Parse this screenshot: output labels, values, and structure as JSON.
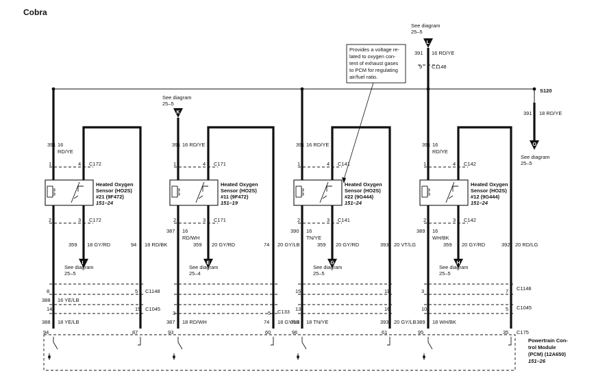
{
  "page": {
    "title": "Cobra"
  },
  "top_ref": {
    "see": "See diagram",
    "page": "25–5",
    "connector_letter": "L",
    "circuit": "391",
    "wire": "16 RD/YE",
    "pin": "9",
    "connector": "C1148"
  },
  "note": {
    "lines": [
      "Provides a voltage re-",
      "lated to oxygen con-",
      "tent of exhaust gases",
      "to PCM for regulating",
      "air/fuel ratio."
    ]
  },
  "splice": {
    "name": "S120",
    "circuit": "391",
    "wire": "18 RD/YE",
    "connector_letter": "O",
    "see": "See diagram",
    "page": "25–5"
  },
  "k_ref": {
    "see": "See diagram",
    "page": "25–5",
    "connector_letter": "K"
  },
  "sensors": [
    {
      "name_line1": "Heated Oxygen",
      "name_line2": "Sensor (HO2S)",
      "name_line3": "#21 (9F472)",
      "ref": "151–24",
      "in_circuit": "391",
      "in_wire": "16",
      "in_wire_color": "RD/YE",
      "pin_a_top": "1",
      "pin_b_top": "4",
      "conn_top": "C172",
      "pin_a_bot": "2",
      "pin_b_bot": "3",
      "conn_bot": "C172",
      "sig_circuit": "359",
      "sig_wire": "18 GY/RD",
      "ret_circuit": "94",
      "ret_wire": "18 RD/BK",
      "down_letter": "I",
      "down_see": "See diagram",
      "down_page": "25–5",
      "c1148_left": "8",
      "c1148_right": "5",
      "mid_circuit": "388",
      "mid_wire": "16 YE/LB",
      "c1045_left": "14",
      "c1045_right": "15",
      "low_circuit": "388",
      "low_wire": "18 YE/LB",
      "pcm_left": "94",
      "pcm_right": "87"
    },
    {
      "name_line1": "Heated Oxygen",
      "name_line2": "Sensor (HO2S)",
      "name_line3": "#11 (9F472)",
      "ref": "151–19",
      "in_circuit": "391",
      "in_wire": "16 RD/YE",
      "in_wire_color": "",
      "pin_a_top": "1",
      "pin_b_top": "4",
      "conn_top": "C171",
      "pin_a_bot": "2",
      "pin_b_bot": "3",
      "conn_bot": "C171",
      "sig_circuit": "359",
      "sig_wire": "20 GY/RD",
      "ret_circuit": "74",
      "ret_wire": "20 GY/LB",
      "side_circuit": "387",
      "side_wire": "16",
      "side_wire_color": "RD/WH",
      "down_letter": "E",
      "down_see": "See diagram",
      "down_page": "25–4",
      "c1148_left": "",
      "c1148_right": "",
      "c133_left": "3",
      "c133_right": "5",
      "c133": "C133",
      "low_circuit": "387",
      "low_wire": "18 RD/WH",
      "low_circuit2": "74",
      "low_wire2": "18 GY/LB",
      "pcm_left": "93",
      "pcm_right": "60"
    },
    {
      "name_line1": "Heated Oxygen",
      "name_line2": "Sensor (HO2S)",
      "name_line3": "#22 (9G444)",
      "ref": "151–24",
      "in_circuit": "391",
      "in_wire": "16 RD/YE",
      "in_wire_color": "",
      "pin_a_top": "1",
      "pin_b_top": "4",
      "conn_top": "C141",
      "pin_a_bot": "2",
      "pin_b_bot": "3",
      "conn_bot": "C141",
      "sig_circuit": "359",
      "sig_wire": "20 GY/RD",
      "ret_circuit": "393",
      "ret_wire": "20 VT/LG",
      "side_circuit": "390",
      "side_wire": "16",
      "side_wire_color": "TN/YE",
      "down_letter": "G",
      "down_see": "See diagram",
      "down_page": "25–5",
      "c1148_left": "15",
      "c1148_right": "11",
      "c1045_left": "13",
      "c1045_right": "16",
      "low_circuit": "390",
      "low_wire": "18 TN/YE",
      "low_circuit2": "393",
      "low_wire2": "20 GY/LB",
      "pcm_left": "96",
      "pcm_right": "61"
    },
    {
      "name_line1": "Heated Oxygen",
      "name_line2": "Sensor (HO2S)",
      "name_line3": "#12 (9G444)",
      "ref": "151–24",
      "in_circuit": "391",
      "in_wire": "16",
      "in_wire_color": "RD/YE",
      "pin_a_top": "1",
      "pin_b_top": "4",
      "conn_top": "C142",
      "pin_a_bot": "2",
      "pin_b_bot": "3",
      "conn_bot": "C142",
      "sig_circuit": "359",
      "sig_wire": "20 GY/RD",
      "ret_circuit": "392",
      "ret_wire": "20 RD/LG",
      "side_circuit": "389",
      "side_wire": "16",
      "side_wire_color": "WH/BK",
      "down_letter": "H",
      "down_see": "See diagram",
      "down_page": "25–5",
      "c1148_left": "3",
      "c1148_right": "7",
      "c1148": "C1148",
      "c1045_left": "10",
      "c1045_right": "5",
      "c1045": "C1045",
      "low_circuit": "389",
      "low_wire": "18 WH/BK",
      "pcm_left": "95",
      "pcm_right": "35",
      "c175": "C175"
    }
  ],
  "connectors_left": {
    "c1148": "C1148",
    "c1045": "C1045"
  },
  "pcm": {
    "line1": "Powertrain Con-",
    "line2": "trol Module",
    "line3": "(PCM) (12A650)",
    "ref": "151–26"
  }
}
